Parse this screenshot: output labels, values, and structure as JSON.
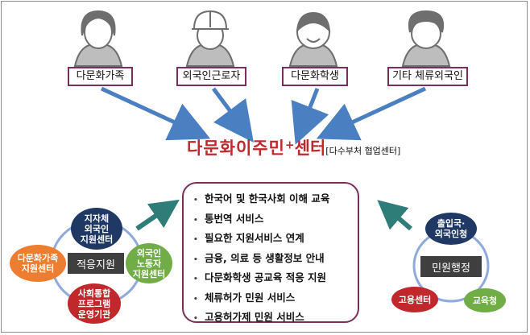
{
  "groups": [
    {
      "label": "다문화가족",
      "icon": "woman-person-icon"
    },
    {
      "label": "외국인근로자",
      "icon": "hardhat-worker-icon"
    },
    {
      "label": "다문화학생",
      "icon": "student-child-icon"
    },
    {
      "label": "기타 체류외국인",
      "icon": "curly-hair-person-icon"
    }
  ],
  "center": {
    "title": "다문화이주민",
    "sup": "+",
    "title_tail": "센터",
    "subtitle": "[다수부처 협업센터]"
  },
  "services": [
    "한국어 및 한국사회 이해 교육",
    "통번역 서비스",
    "필요한 지원서비스 연계",
    "금융, 의료 등 생활정보 안내",
    "다문화학생 공교육 적응 지원",
    "체류허가 민원 서비스",
    "고용허가제 민원 서비스"
  ],
  "left_cluster": {
    "center_label": "적응지원",
    "nodes": [
      {
        "label": "지자체\n외국인\n지원센터"
      },
      {
        "label": "다문화가족\n지원센터"
      },
      {
        "label": "외국인\n노동자\n지원센터"
      },
      {
        "label": "사회통합\n프로그램\n운영기관"
      }
    ]
  },
  "right_cluster": {
    "center_label": "민원행정",
    "nodes": [
      {
        "label": "출입국·\n외국인청"
      },
      {
        "label": "고용센터"
      },
      {
        "label": "교육청"
      }
    ]
  },
  "colors": {
    "arrow": "#4a7fc1",
    "box_border": "#7a2e5c",
    "title_red": "#c0282c",
    "navy": "#1f3864",
    "orange": "#ed7d31",
    "green": "#70ad47",
    "red": "#c0282c",
    "dark_gray": "#3f3f3f"
  }
}
